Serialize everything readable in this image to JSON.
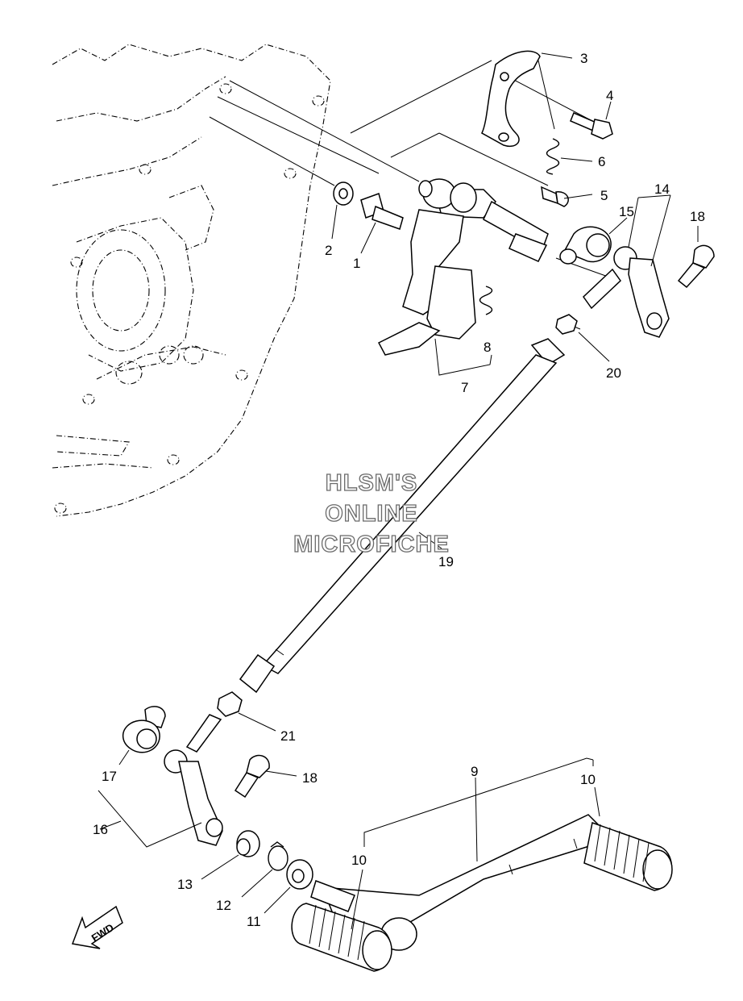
{
  "watermark": {
    "line1": "HLSM'S",
    "line2": "ONLINE",
    "line3": "MICROFICHE"
  },
  "callouts": {
    "n1": "1",
    "n2": "2",
    "n3": "3",
    "n4": "4",
    "n5": "5",
    "n6": "6",
    "n7": "7",
    "n8": "8",
    "n9": "9",
    "n10a": "10",
    "n10b": "10",
    "n11": "11",
    "n12": "12",
    "n13": "13",
    "n14": "14",
    "n15": "15",
    "n16": "16",
    "n17": "17",
    "n18a": "18",
    "n18b": "18",
    "n19": "19",
    "n20": "20",
    "n21": "21"
  },
  "direction": {
    "label": "FWD"
  }
}
